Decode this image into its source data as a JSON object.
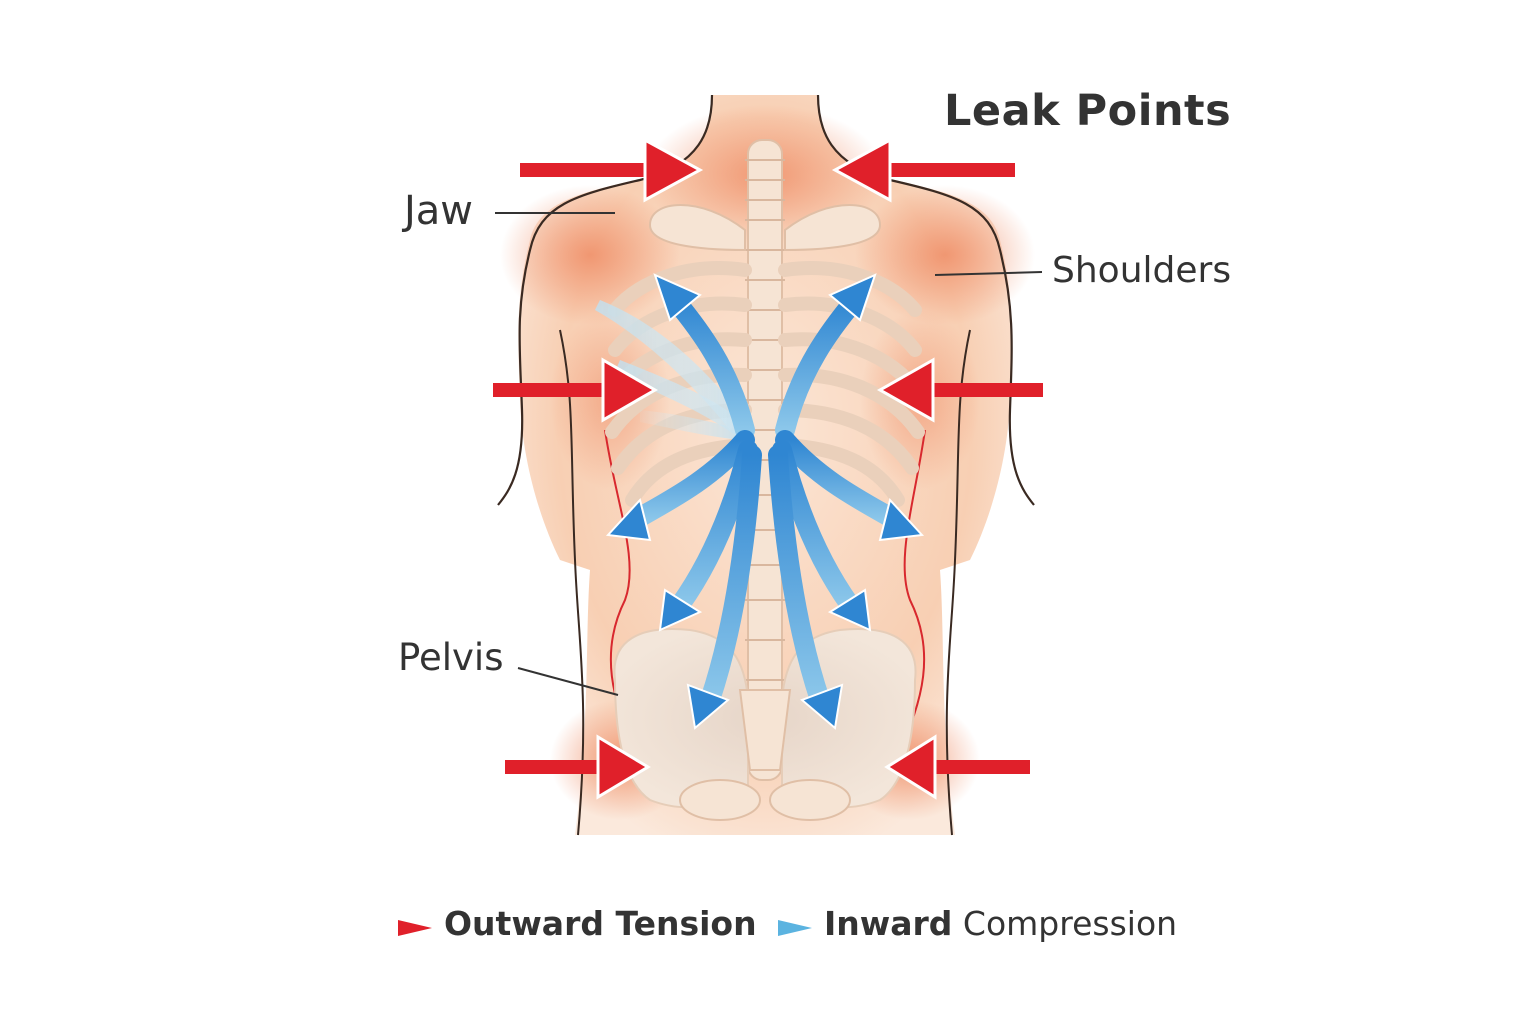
{
  "title": "Leak Points",
  "labels": {
    "jaw": "Jaw",
    "shoulders": "Shoulders",
    "pelvis": "Pelvis"
  },
  "legend": {
    "outward": {
      "text": "Outward Tension",
      "color": "#e0202a"
    },
    "inward": {
      "bold": "Inward",
      "rest": " Compression",
      "color": "#3a8fd0"
    }
  },
  "colors": {
    "skin": "#f9dcc6",
    "skin_glow": "#f2a07a",
    "bone": "#f6e4d4",
    "outline": "#3a2a22",
    "tension_arrow": "#e0202a",
    "compression_arrow": "#3a8fd0"
  }
}
